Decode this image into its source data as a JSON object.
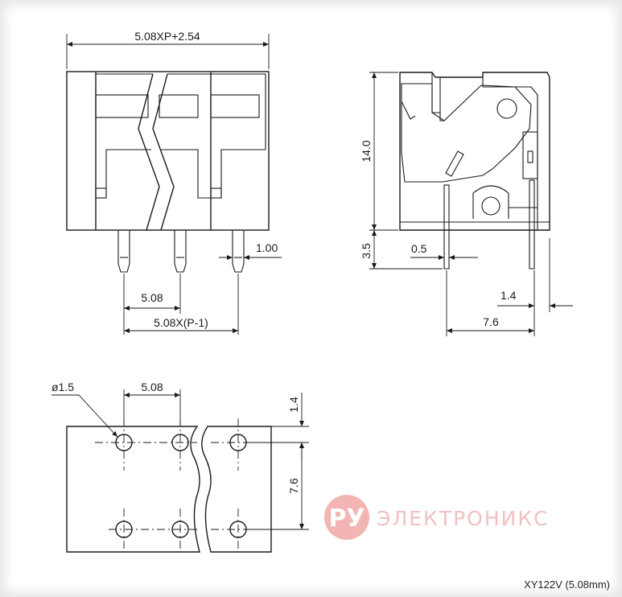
{
  "drawing": {
    "front_view": {
      "overall_width_label": "5.08XP+2.54",
      "pin_width_label": "1.00",
      "pitch_label": "5.08",
      "span_label": "5.08X(P-1)"
    },
    "side_view": {
      "height_label": "14.0",
      "pin_length_label": "3.5",
      "pin_thickness_label": "0.5",
      "offset_label": "1.4",
      "depth_label": "7.6"
    },
    "footprint_view": {
      "hole_diameter_label": "ø1.5",
      "pitch_label": "5.08",
      "edge_offset_label": "1.4",
      "row_spacing_label": "7.6"
    }
  },
  "watermark": {
    "badge": "РУ",
    "text": "ЭЛЕКТРОНИКС",
    "badge_color": "#f2a7a7",
    "text_color": "#f0b6b6"
  },
  "caption": "XY122V (5.08mm)"
}
